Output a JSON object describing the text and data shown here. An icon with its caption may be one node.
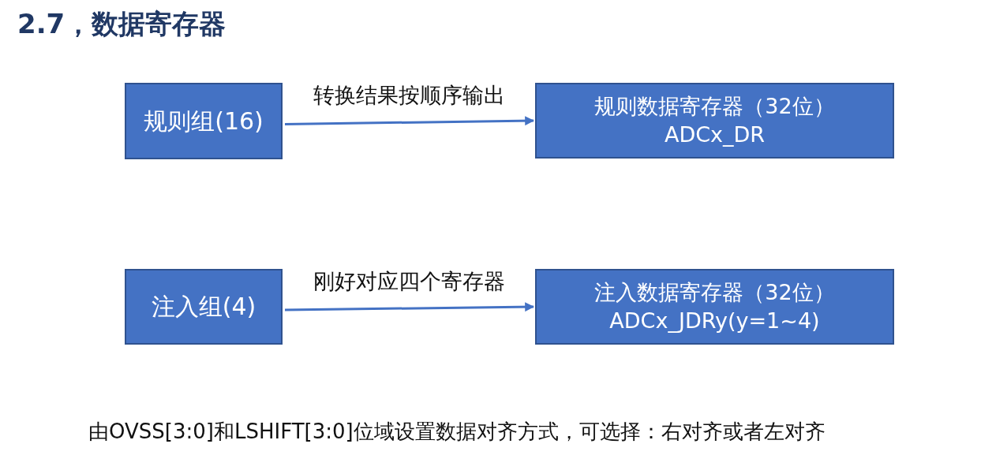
{
  "diagram": {
    "title": "2.7，数据寄存器",
    "nodes": [
      {
        "text": [
          "规则组(16)"
        ]
      },
      {
        "text": [
          "规则数据寄存器（32位）",
          "ADCx_DR"
        ]
      },
      {
        "text": [
          "注入组(4)"
        ]
      },
      {
        "text": [
          "注入数据寄存器（32位）",
          "ADCx_JDRy(y=1~4)"
        ]
      }
    ],
    "edges": [
      {
        "from": 0,
        "to": 1,
        "arrow": "to",
        "label": "转换结果按顺序输出"
      },
      {
        "from": 2,
        "to": 3,
        "arrow": "to",
        "label": "刚好对应四个寄存器"
      }
    ],
    "labels": [
      "由OVSS[3:0]和LSHIFT[3:0]位域设置数据对齐方式，可选择：右对齐或者左对齐"
    ]
  }
}
